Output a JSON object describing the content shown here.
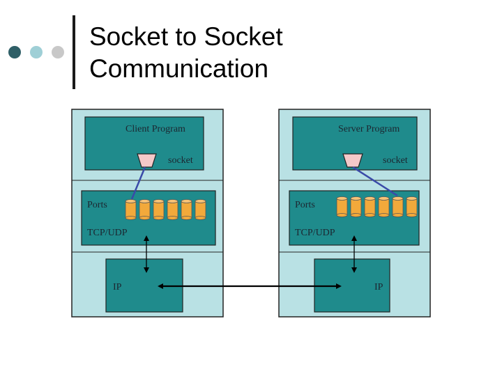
{
  "slide": {
    "title_line1": "Socket to Socket",
    "title_line2": "Communication"
  },
  "colors": {
    "dot_dark": "#2f5f67",
    "dot_light": "#9fcfd6",
    "dot_grey": "#c8c8c8",
    "host_fill": "#b9e1e4",
    "box_fill": "#1f8b8c",
    "port_fill": "#f2a93b",
    "socket_fill": "#f4c9c9",
    "link_blue": "#3a4aa8"
  },
  "diagram": {
    "client": {
      "program_label": "Client Program",
      "socket_label": "socket",
      "ports_label": "Ports",
      "tcp_label": "TCP/UDP",
      "ip_label": "IP"
    },
    "server": {
      "program_label": "Server Program",
      "socket_label": "socket",
      "ports_label": "Ports",
      "tcp_label": "TCP/UDP",
      "ip_label": "IP"
    }
  }
}
